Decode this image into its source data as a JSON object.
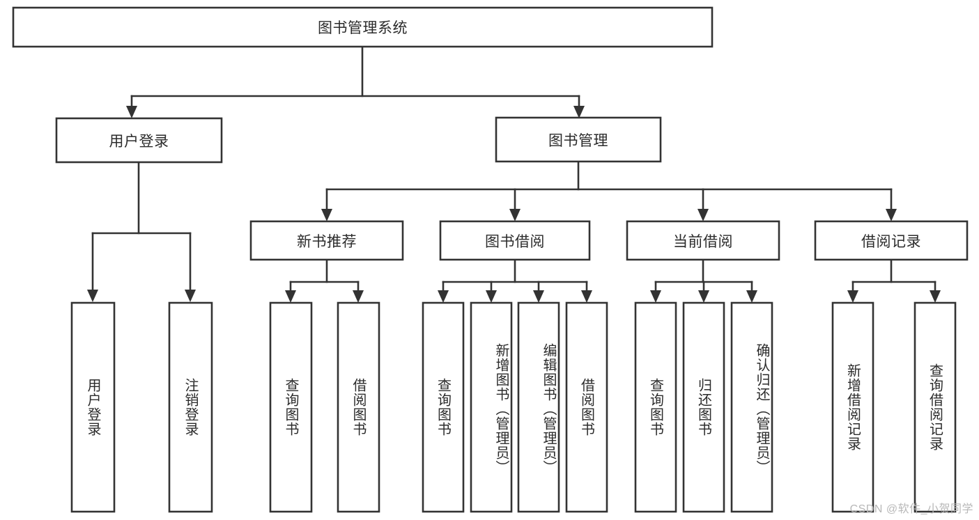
{
  "diagram": {
    "type": "hierarchy-tree",
    "title": "图书管理系统",
    "watermark": "CSDN @软件_小贺同学",
    "colors": {
      "box_stroke": "#333333",
      "box_fill": "#ffffff",
      "text": "#2b2b2b",
      "background": "#ffffff",
      "watermark": "#b8b8b8"
    },
    "levels": {
      "root": "图书管理系统",
      "level1": [
        "用户登录",
        "图书管理"
      ],
      "level2": [
        "新书推荐",
        "图书借阅",
        "当前借阅",
        "借阅记录"
      ]
    },
    "nodes": {
      "root": {
        "label": "图书管理系统",
        "orientation": "horizontal"
      },
      "user_login": {
        "label": "用户登录",
        "orientation": "horizontal"
      },
      "book_manage": {
        "label": "图书管理",
        "orientation": "horizontal"
      },
      "new_book_rec": {
        "label": "新书推荐",
        "orientation": "horizontal"
      },
      "book_borrow": {
        "label": "图书借阅",
        "orientation": "horizontal"
      },
      "current_borrow": {
        "label": "当前借阅",
        "orientation": "horizontal"
      },
      "borrow_record": {
        "label": "借阅记录",
        "orientation": "horizontal"
      },
      "leaf_user_login": {
        "label": "用户登录",
        "orientation": "vertical"
      },
      "leaf_logout": {
        "label": "注销登录",
        "orientation": "vertical"
      },
      "leaf_query_book_1": {
        "label": "查询图书",
        "orientation": "vertical"
      },
      "leaf_borrow_book_1": {
        "label": "借阅图书",
        "orientation": "vertical"
      },
      "leaf_query_book_2": {
        "label": "查询图书",
        "orientation": "vertical"
      },
      "leaf_add_book": {
        "label": "新增图书（管理员）",
        "orientation": "vertical"
      },
      "leaf_edit_book": {
        "label": "编辑图书（管理员）",
        "orientation": "vertical"
      },
      "leaf_borrow_book_2": {
        "label": "借阅图书",
        "orientation": "vertical"
      },
      "leaf_query_book_3": {
        "label": "查询图书",
        "orientation": "vertical"
      },
      "leaf_return_book": {
        "label": "归还图书",
        "orientation": "vertical"
      },
      "leaf_confirm_return": {
        "label": "确认归还（管理员）",
        "orientation": "vertical"
      },
      "leaf_add_record": {
        "label": "新增借阅记录",
        "orientation": "vertical"
      },
      "leaf_query_record": {
        "label": "查询借阅记录",
        "orientation": "vertical"
      }
    },
    "edges": [
      {
        "from": "root",
        "to": "user_login"
      },
      {
        "from": "root",
        "to": "book_manage"
      },
      {
        "from": "user_login",
        "to": "leaf_user_login"
      },
      {
        "from": "user_login",
        "to": "leaf_logout"
      },
      {
        "from": "book_manage",
        "to": "new_book_rec"
      },
      {
        "from": "book_manage",
        "to": "book_borrow"
      },
      {
        "from": "book_manage",
        "to": "current_borrow"
      },
      {
        "from": "book_manage",
        "to": "borrow_record"
      },
      {
        "from": "new_book_rec",
        "to": "leaf_query_book_1"
      },
      {
        "from": "new_book_rec",
        "to": "leaf_borrow_book_1"
      },
      {
        "from": "book_borrow",
        "to": "leaf_query_book_2"
      },
      {
        "from": "book_borrow",
        "to": "leaf_add_book"
      },
      {
        "from": "book_borrow",
        "to": "leaf_edit_book"
      },
      {
        "from": "book_borrow",
        "to": "leaf_borrow_book_2"
      },
      {
        "from": "current_borrow",
        "to": "leaf_query_book_3"
      },
      {
        "from": "current_borrow",
        "to": "leaf_return_book"
      },
      {
        "from": "current_borrow",
        "to": "leaf_confirm_return"
      },
      {
        "from": "borrow_record",
        "to": "leaf_add_record"
      },
      {
        "from": "borrow_record",
        "to": "leaf_query_record"
      }
    ]
  }
}
